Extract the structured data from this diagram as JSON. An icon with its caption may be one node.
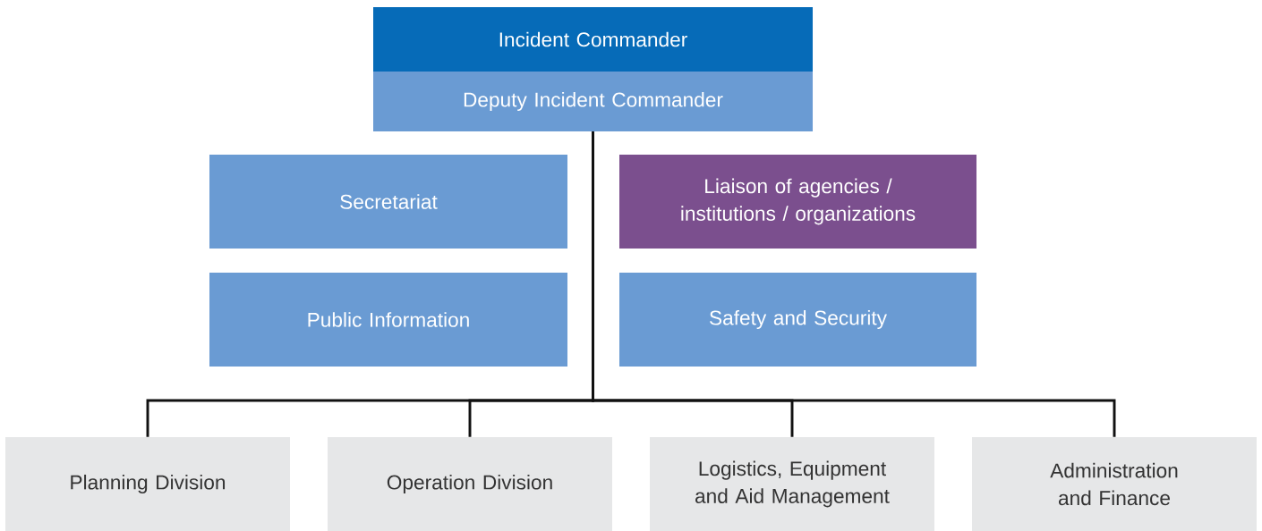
{
  "diagram": {
    "nodes": [
      {
        "text": [
          "Incident Commander"
        ]
      },
      {
        "text": [
          "Deputy Incident Commander"
        ]
      },
      {
        "text": [
          "Secretariat"
        ]
      },
      {
        "text": [
          "Liaison of agencies / institutions / organizations"
        ]
      },
      {
        "text": [
          "Public Information"
        ]
      },
      {
        "text": [
          "Safety and Security"
        ]
      },
      {
        "text": [
          "Planning Division"
        ]
      },
      {
        "text": [
          "Operation Division"
        ]
      },
      {
        "text": [
          "Logistics, Equipment and Aid Management"
        ]
      },
      {
        "text": [
          "Administration and Finance"
        ]
      }
    ],
    "edges": [
      {
        "from": 1,
        "to": 6,
        "arrow": "none"
      },
      {
        "from": 1,
        "to": 7,
        "arrow": "none"
      },
      {
        "from": 1,
        "to": 8,
        "arrow": "none"
      },
      {
        "from": 1,
        "to": 9,
        "arrow": "none"
      }
    ]
  }
}
